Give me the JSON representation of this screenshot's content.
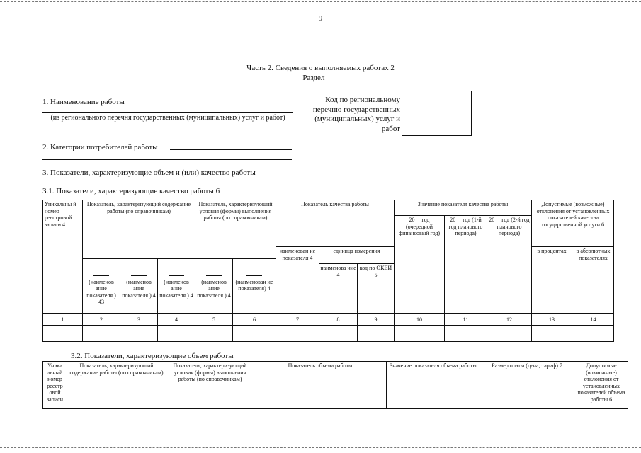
{
  "page_number": "9",
  "header": {
    "part_title": "Часть 2. Сведения о выполняемых работах 2",
    "section": "Раздел ___"
  },
  "item1": {
    "label": "1. Наименование работы",
    "sublabel": "(из регионального перечня государственных (муниципальных) услуг и работ)"
  },
  "code_label": "Код по региональному перечню государственных (муниципальных) услуг и работ",
  "item2": {
    "label": "2. Категории потребителей работы"
  },
  "item3": {
    "label": "3. Показатели, характеризующие объем и (или) качество работы"
  },
  "item31": {
    "label": "3.1. Показатели, характеризующие качество работы 6"
  },
  "table1": {
    "col_unique": "Уникальны й номер реестровой записи 4",
    "col_content": "Показатель, характеризующий содержание работы (по справочникам)",
    "col_conditions": "Показатель, характеризующий условия (формы) выполнения работы (по справочникам)",
    "col_quality": "Показатель качества работы",
    "col_quality_value": "Значение показателя качества работы",
    "col_deviation": "Допустимые (возможные) отклонения от установленных показателей качества государственной услуги 6",
    "year1": "20__ год (очередной финансовый год)",
    "year2": "20__ год (1-й год планового периода)",
    "year3": "20__ год (2-й год планового периода)",
    "q_name": "наименован ие показателя 4",
    "q_unit": "единица измерения",
    "q_unit_name": "наименова ние 4",
    "q_unit_code": "код по ОКЕИ 5",
    "dev_pct": "в процентах",
    "dev_abs": "в абсолютных показателях",
    "sub_c2": "(наименов ание показателя ) 43",
    "sub_c3": "(наименов ание показателя ) 4",
    "sub_c4": "(наименов ание показателя ) 4",
    "sub_c5": "(наименов ание показателя ) 4",
    "sub_c6": "(наименован ие показателя) 4",
    "numbers": [
      "1",
      "2",
      "3",
      "4",
      "5",
      "6",
      "7",
      "8",
      "9",
      "10",
      "11",
      "12",
      "13",
      "14"
    ]
  },
  "item32": {
    "label": "3.2. Показатели, характеризующие объем работы"
  },
  "table2": {
    "col_unique": "Уника льный номер реестр овой записи",
    "col_content": "Показатель, характеризующий содержание работы (по справочникам)",
    "col_conditions": "Показатель, характеризующий условия (формы) выполнения работы (по справочникам)",
    "col_volume": "Показатель объема работы",
    "col_value": "Значение показателя объема работы",
    "col_fee": "Размер платы (цена, тариф) 7",
    "col_deviation": "Допустимые (возможные) отклонения от установленных показателей объема работы 6"
  }
}
